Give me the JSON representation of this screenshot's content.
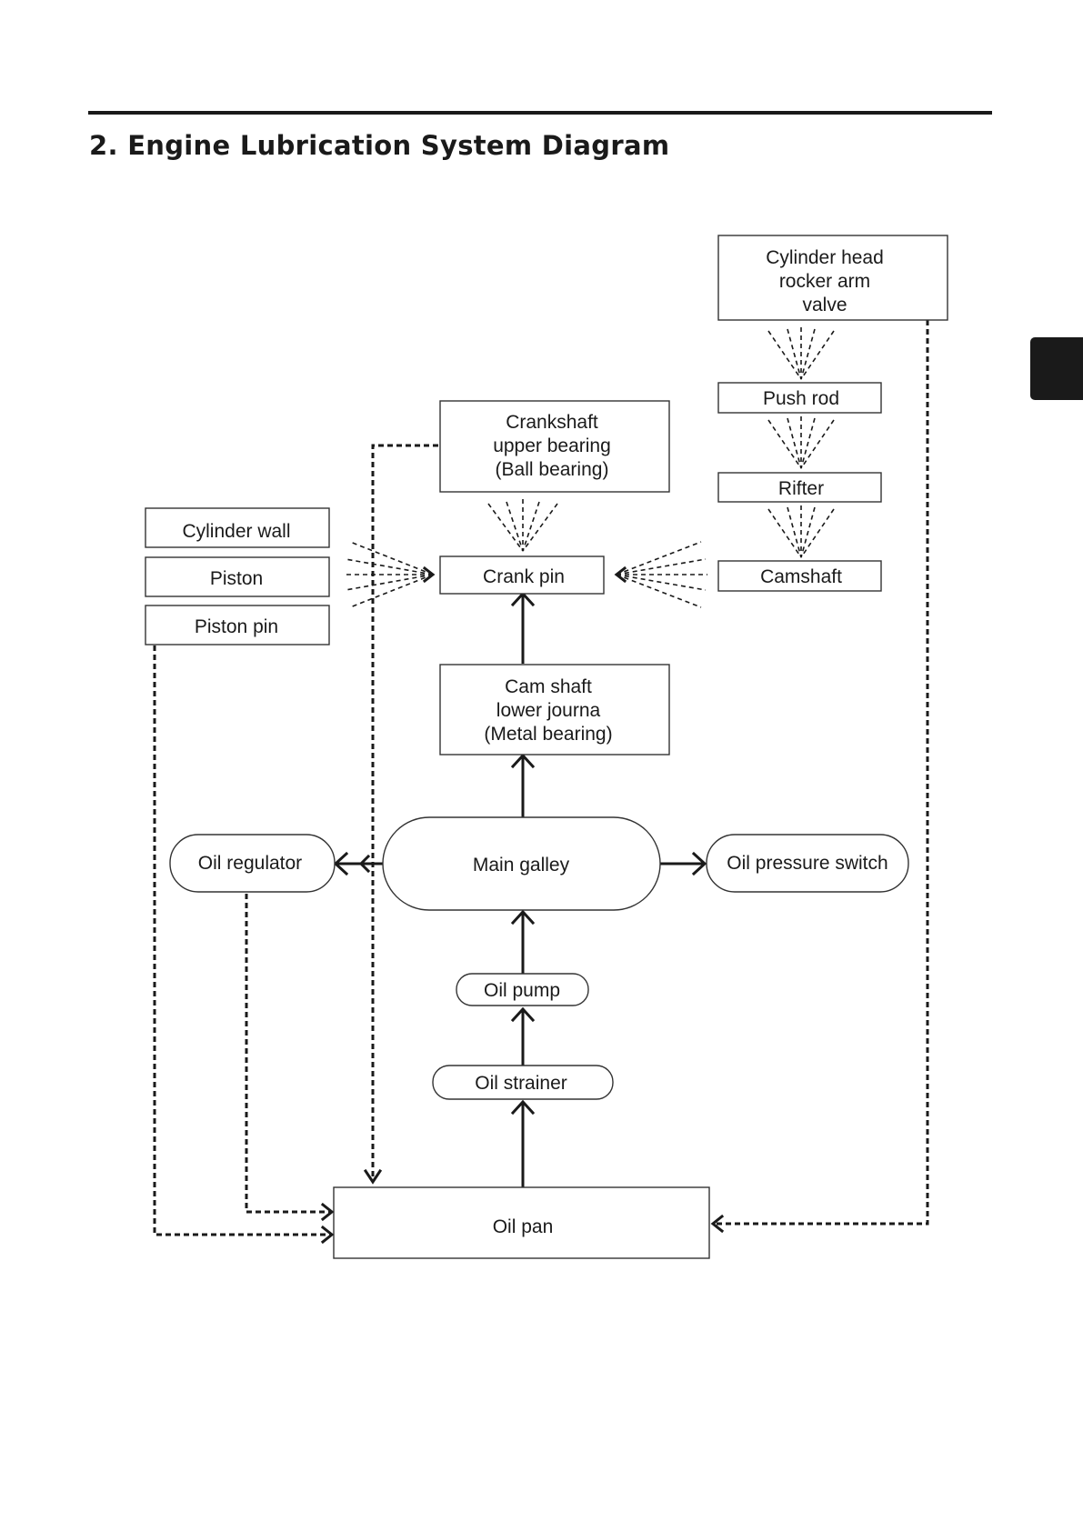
{
  "header": {
    "title": "2. Engine Lubrication System Diagram"
  },
  "diagram": {
    "nodes": {
      "cylinder_head": [
        "Cylinder head",
        "rocker arm",
        "valve"
      ],
      "push_rod": "Push rod",
      "rifter": "Rifter",
      "camshaft": "Camshaft",
      "crankshaft_upper_bearing": [
        "Crankshaft",
        "upper bearing",
        "(Ball bearing)"
      ],
      "crank_pin": "Crank pin",
      "cylinder_wall": "Cylinder wall",
      "piston": "Piston",
      "piston_pin": "Piston pin",
      "cam_shaft_lower_journal": [
        "Cam shaft",
        "lower journa",
        "(Metal bearing)"
      ],
      "main_galley": "Main galley",
      "oil_regulator": "Oil regulator",
      "oil_pressure_switch": "Oil pressure switch",
      "oil_pump": "Oil pump",
      "oil_strainer": "Oil strainer",
      "oil_pan": "Oil pan"
    }
  }
}
